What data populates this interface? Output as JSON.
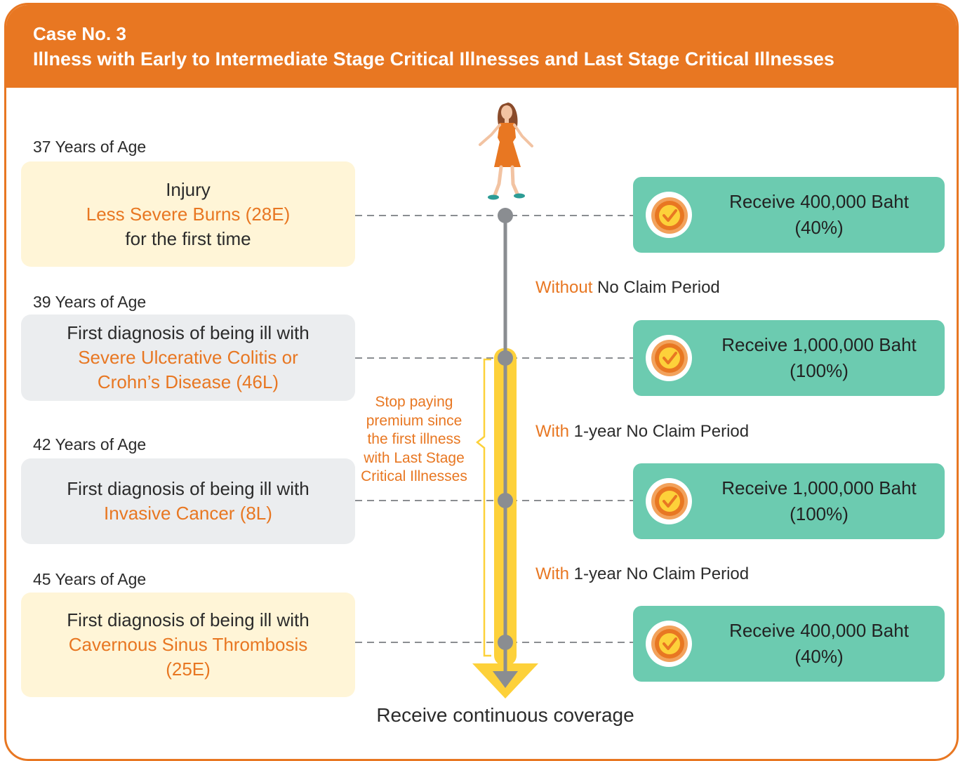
{
  "header": {
    "case_no": "Case No. 3",
    "title": "Illness with Early to Intermediate Stage Critical Illnesses and Last Stage Critical Illnesses"
  },
  "events": [
    {
      "age": "37 Years of Age",
      "line1": "Injury",
      "highlight": "Less Severe Burns (28E)",
      "line3": "for the first time"
    },
    {
      "age": "39 Years of Age",
      "line1": "First diagnosis of being ill with",
      "highlight_1": "Severe Ulcerative Colitis or",
      "highlight_2": "Crohn’s Disease (46L)"
    },
    {
      "age": "42 Years of Age",
      "line1": "First diagnosis of being ill with",
      "highlight": "Invasive Cancer (8L)"
    },
    {
      "age": "45 Years of Age",
      "line1": "First diagnosis of being ill with",
      "highlight_1": "Cavernous Sinus Thrombosis",
      "highlight_2": "(25E)"
    }
  ],
  "benefits": [
    {
      "amount": "Receive 400,000 Baht",
      "percent": "(40%)"
    },
    {
      "amount": "Receive 1,000,000 Baht",
      "percent": "(100%)"
    },
    {
      "amount": "Receive 1,000,000 Baht",
      "percent": "(100%)"
    },
    {
      "amount": "Receive 400,000 Baht",
      "percent": "(40%)"
    }
  ],
  "periods": [
    {
      "prefix": "Without",
      "text": " No Claim Period"
    },
    {
      "prefix": "With",
      "text": " 1-year No Claim Period"
    },
    {
      "prefix": "With",
      "text": " 1-year No Claim Period"
    }
  ],
  "stop_note": {
    "lines": [
      "Stop paying",
      "premium since",
      "the first illness",
      "with Last Stage",
      "Critical Illnesses"
    ]
  },
  "footer": {
    "coverage": "Receive continuous coverage"
  },
  "colors": {
    "orange": "#e87722",
    "teal": "#6ccbb0",
    "yellow_arrow": "#fdd13a",
    "timeline": "#8a8d91"
  }
}
